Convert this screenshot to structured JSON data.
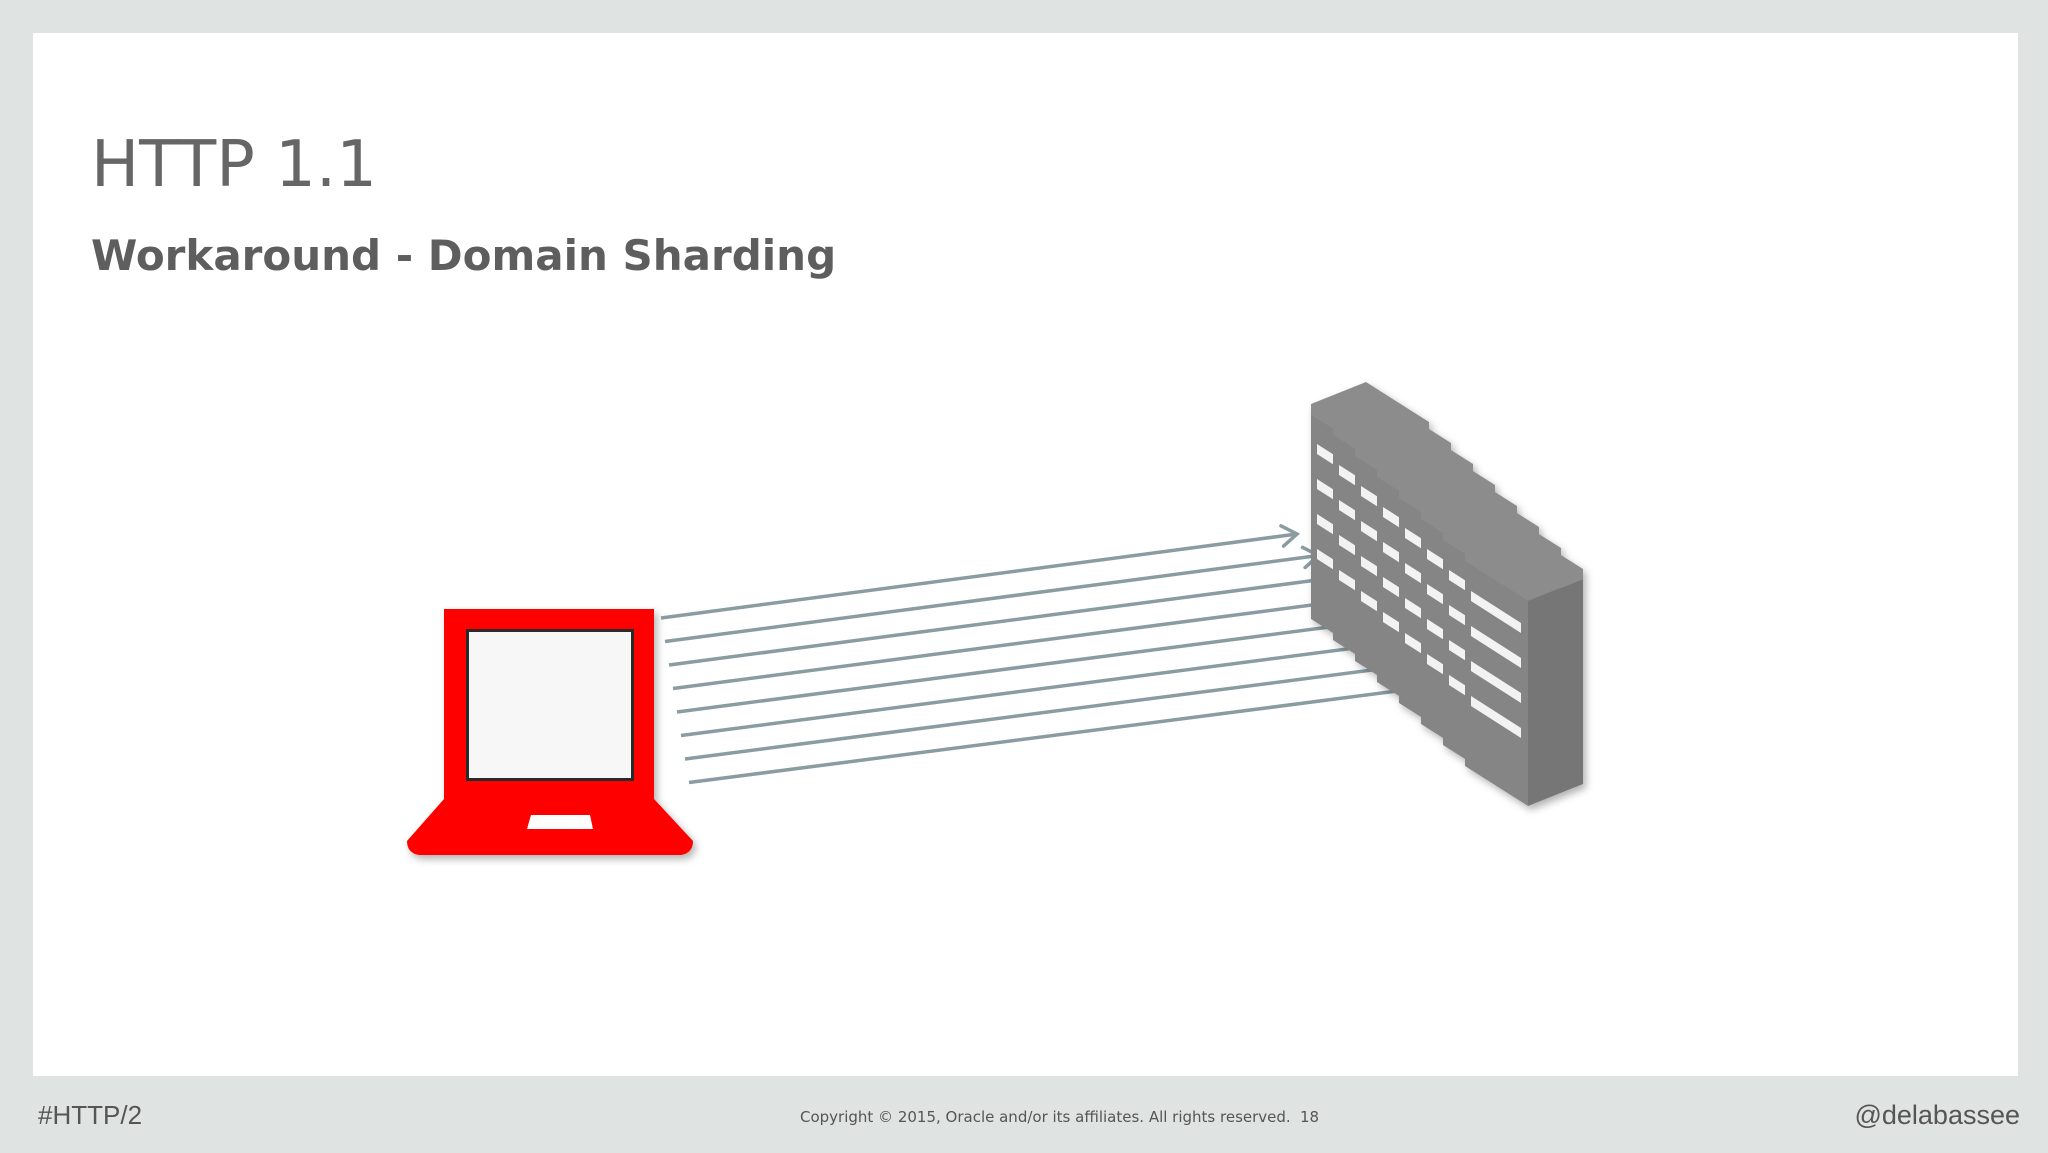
{
  "slide": {
    "title": "HTTP 1.1",
    "subtitle": "Workaround - Domain Sharding"
  },
  "diagram": {
    "client_icon": "laptop-icon",
    "server_icon": "server-icon",
    "client_color": "#ff0000",
    "server_color": "#7a7a7a",
    "arrow_color": "#8a9ca2",
    "connection_count": 8,
    "server_count": 8
  },
  "footer": {
    "hashtag": "#HTTP/2",
    "copyright": "Copyright © 2015, Oracle and/or its affiliates. All rights reserved.",
    "page_number": "18",
    "handle": "@delabassee"
  }
}
